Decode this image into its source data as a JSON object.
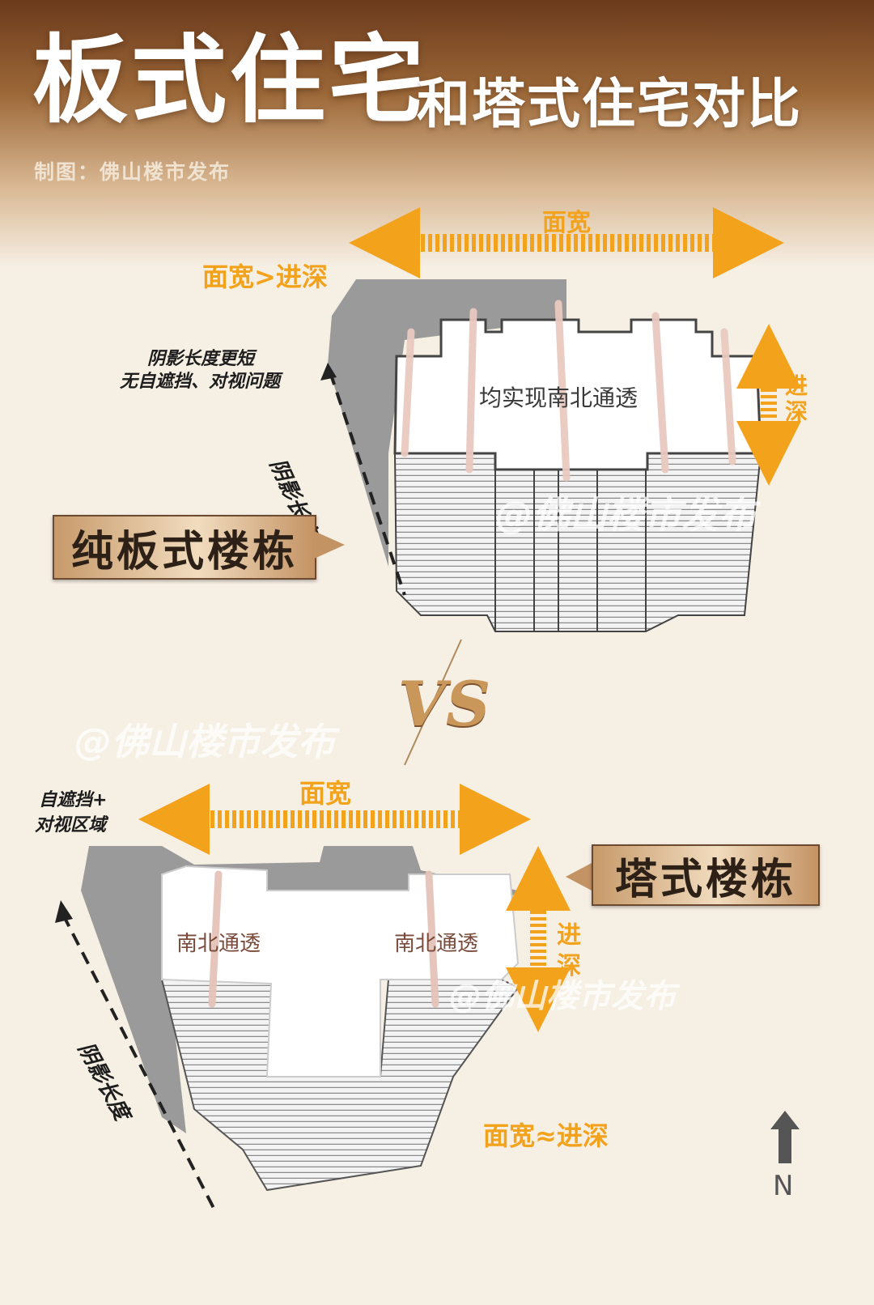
{
  "title": {
    "main": "板式住宅",
    "sub": "和塔式住宅对比"
  },
  "credit": "制图：佛山楼市发布",
  "top_section": {
    "width_label": "面宽",
    "ratio_label": "面宽>进深",
    "depth_label_1": "进",
    "depth_label_2": "深",
    "shadow_note_line1": "阴影长度更短",
    "shadow_note_line2": "无自遮挡、对视问题",
    "shadow_length_label": "阴影长度",
    "ventilation_label": "均实现南北通透",
    "building_type": "纯板式楼栋",
    "watermark": "@佛山楼市发布"
  },
  "vs_label": "VS",
  "watermark_middle": "@佛山楼市发布",
  "bottom_section": {
    "width_label": "面宽",
    "self_block_line1": "自遮挡+",
    "self_block_line2": "对视区域",
    "building_type": "塔式楼栋",
    "ventilation_left": "南北通透",
    "ventilation_right": "南北通透",
    "depth_label_1": "进",
    "depth_label_2": "深",
    "shadow_length_label": "阴影长度",
    "ratio_label": "面宽≈进深",
    "watermark": "@佛山楼市发布"
  },
  "compass": {
    "label": "N"
  },
  "colors": {
    "accent_orange": "#f3a21c",
    "brown": "#7b4a24",
    "shadow_gray": "#8f8f8f",
    "background": "#f6efe4"
  }
}
